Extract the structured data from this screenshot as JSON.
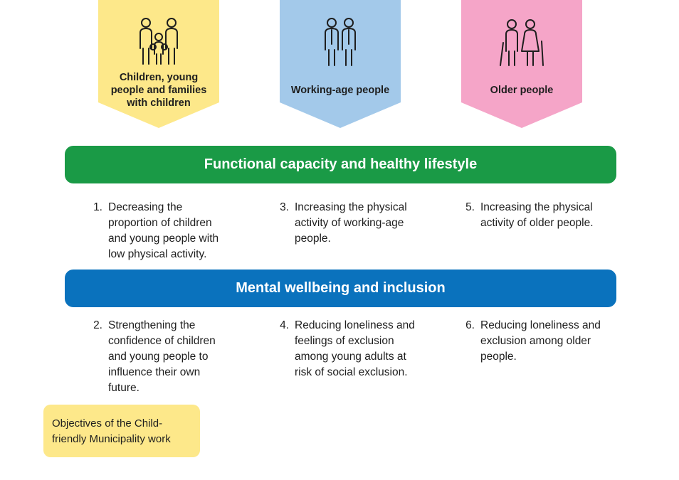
{
  "groups": [
    {
      "label": "Children, young people and families with children",
      "color": "#fde88a",
      "icon": "family-icon"
    },
    {
      "label": "Working-age people",
      "color": "#a3c9ea",
      "icon": "adults-icon"
    },
    {
      "label": "Older people",
      "color": "#f5a5c8",
      "icon": "older-people-icon"
    }
  ],
  "themes": [
    {
      "title": "Functional capacity and healthy lifestyle",
      "color": "#1a9a46"
    },
    {
      "title": "Mental wellbeing and inclusion",
      "color": "#0a72bd"
    }
  ],
  "objectives": [
    {
      "num": "1.",
      "text": "Decreasing the proportion of children and young people with low physical activity."
    },
    {
      "num": "3.",
      "text": "Increasing the physical activity of working-age people."
    },
    {
      "num": "5.",
      "text": "Increasing the physical activity of older people."
    },
    {
      "num": "2.",
      "text": "Strengthening the confidence of children and young people to influence their own future."
    },
    {
      "num": "4.",
      "text": "Reducing loneliness and feelings of exclusion among young adults at risk of social exclusion."
    },
    {
      "num": "6.",
      "text": "Reducing loneliness and exclusion among older people."
    }
  ],
  "legend": {
    "text": "Objectives of the Child-friendly Municipality work",
    "color": "#fde88a"
  }
}
